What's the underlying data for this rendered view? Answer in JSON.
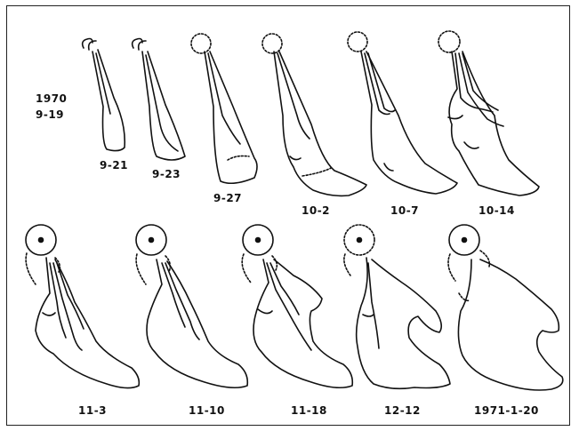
{
  "start": {
    "year": "1970",
    "date": "9-19"
  },
  "row1": [
    {
      "id": "s1",
      "label": "9-21"
    },
    {
      "id": "s2",
      "label": "9-23"
    },
    {
      "id": "s3",
      "label": "9-27"
    },
    {
      "id": "s4",
      "label": "10-2"
    },
    {
      "id": "s5",
      "label": "10-7"
    },
    {
      "id": "s6",
      "label": "10-14"
    }
  ],
  "row2": [
    {
      "id": "s7",
      "label": "11-3"
    },
    {
      "id": "s8",
      "label": "11-10"
    },
    {
      "id": "s9",
      "label": "11-18"
    },
    {
      "id": "s10",
      "label": "12-12"
    },
    {
      "id": "s11",
      "label": "1971-1-20"
    }
  ],
  "colors": {
    "ink": "#111111",
    "paper": "#ffffff",
    "frame": "#222222"
  }
}
